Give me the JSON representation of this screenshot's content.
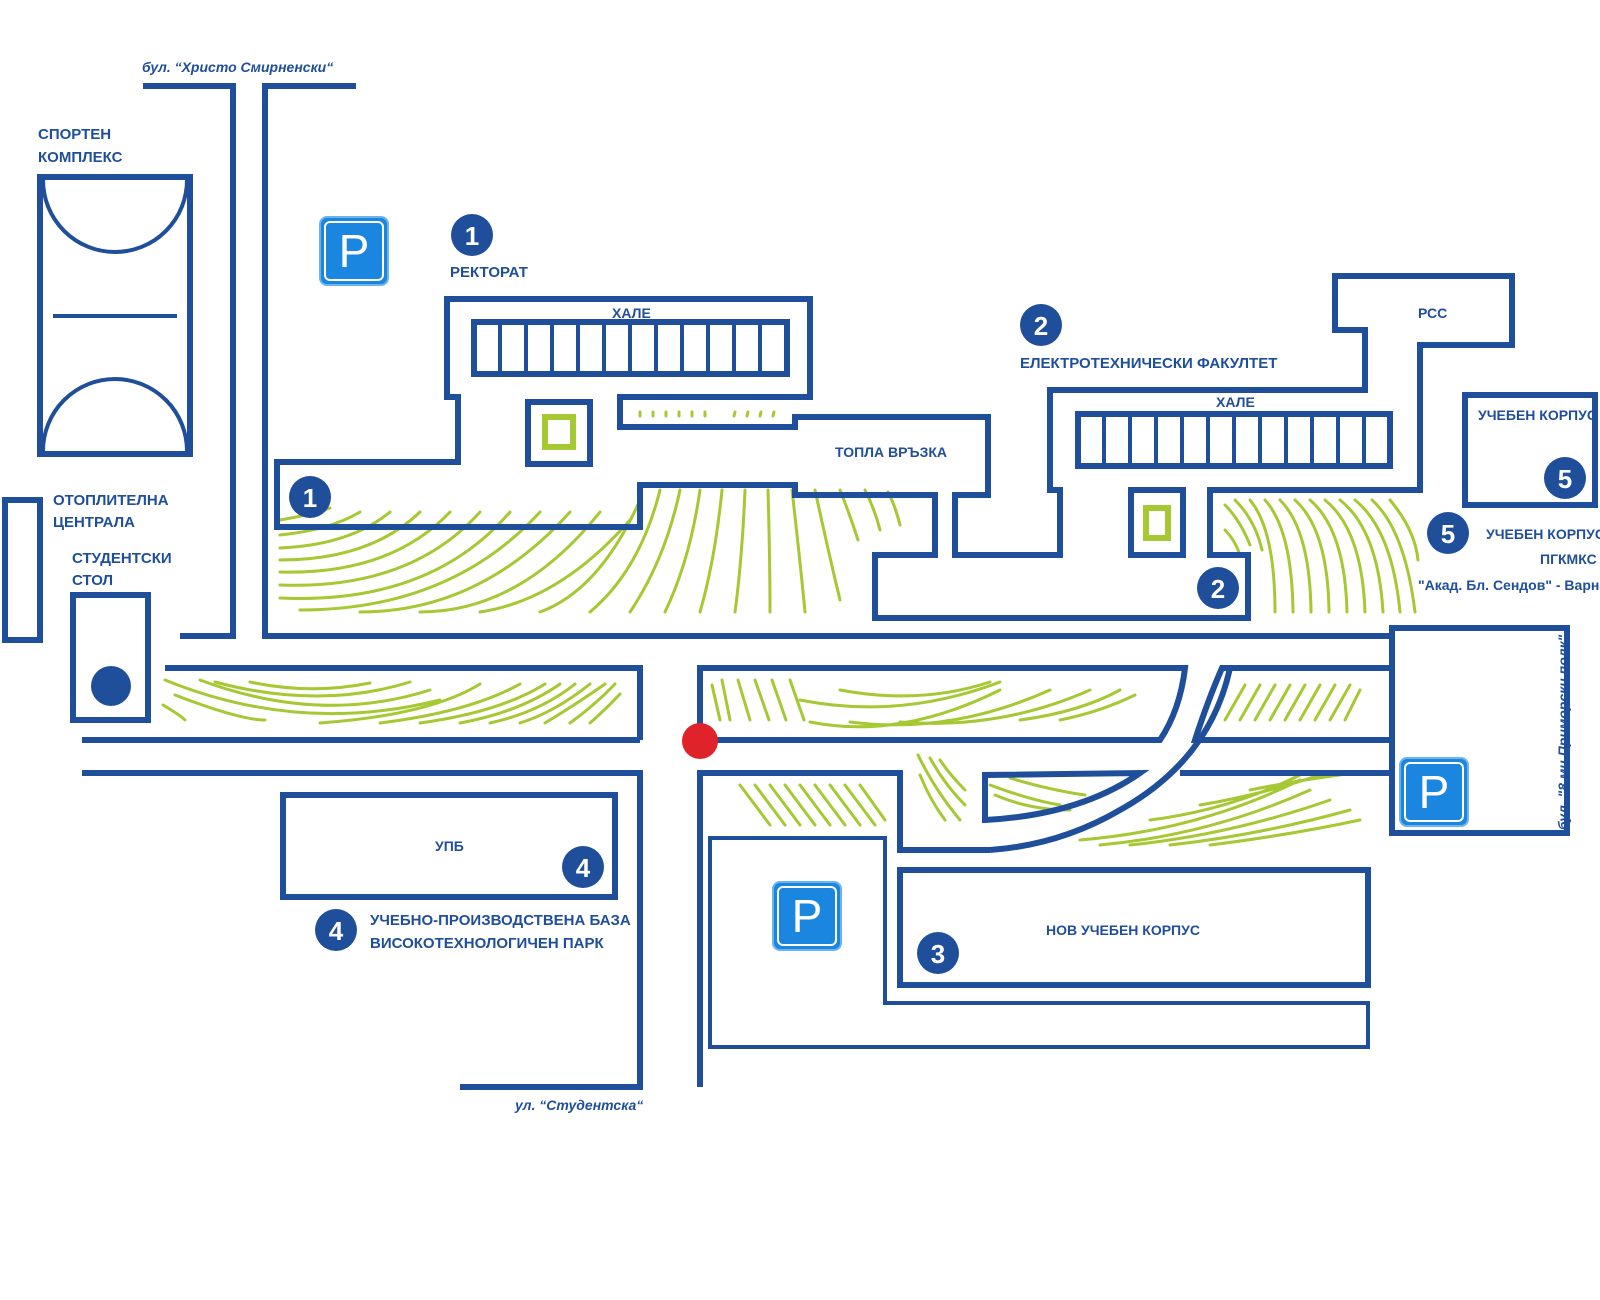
{
  "map": {
    "title": "Campus map",
    "colors": {
      "structure": "#1f4e9a",
      "greenery": "#a6c832",
      "parking": "#1a86e0",
      "you_are_here": "#e0232b"
    },
    "streets": {
      "north": "бул. “Христо Смирненски“",
      "south": "ул. “Студентска“",
      "east": "бул. \"8 ми Приморски полк\""
    },
    "facilities": {
      "sports": {
        "line1": "СПОРТЕН",
        "line2": "КОМПЛЕКС"
      },
      "heating": {
        "line1": "ОТОПЛИТЕЛНА",
        "line2": "ЦЕНТРАЛА"
      },
      "canteen": {
        "line1": "СТУДЕНТСКИ",
        "line2": "СТОЛ"
      },
      "warm_link": "ТОПЛА ВРЪЗКА",
      "rss": "РСС",
      "hall_1": "ХАЛЕ",
      "hall_2": "ХАЛЕ",
      "upb": "УПБ",
      "new_building": "НОВ УЧЕБЕН КОРПУС",
      "building_5_inner": "УЧЕБЕН КОРПУС"
    },
    "legend": [
      {
        "number": "1",
        "label": "РЕКТОРАТ"
      },
      {
        "number": "2",
        "label": "ЕЛЕКТРОТЕХНИЧЕСКИ ФАКУЛТЕТ"
      },
      {
        "number": "3",
        "label": "НОВ УЧЕБЕН КОРПУС"
      },
      {
        "number": "4",
        "label_line1": "УЧЕБНО-ПРОИЗВОДСТВЕНА БАЗА",
        "label_line2": "ВИСОКОТЕХНОЛОГИЧЕН ПАРК"
      },
      {
        "number": "5",
        "label_line1": "УЧЕБЕН КОРПУС",
        "label_line2": "ПГКМКС",
        "label_line3": "\"Акад. Бл. Сендов\" - Варна"
      }
    ],
    "parking": [
      {
        "id": "parking-north",
        "symbol": "P"
      },
      {
        "id": "parking-east",
        "symbol": "P"
      },
      {
        "id": "parking-south",
        "symbol": "P"
      }
    ]
  }
}
